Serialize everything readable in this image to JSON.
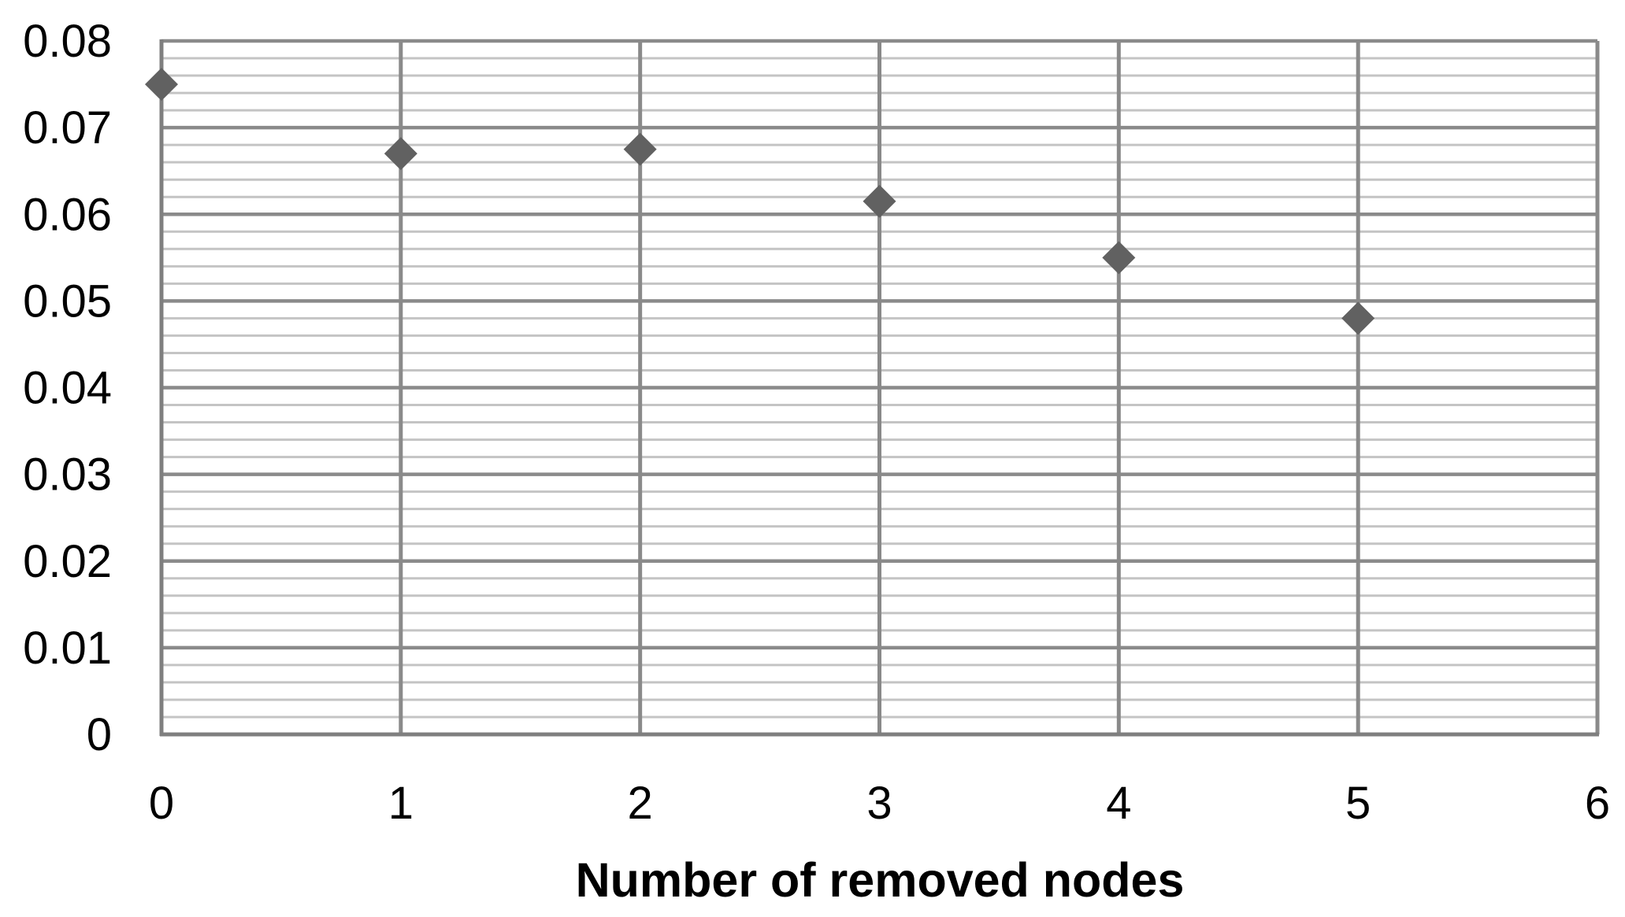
{
  "chart_data": {
    "type": "scatter",
    "title": "",
    "xlabel": "Number of removed nodes",
    "ylabel": "",
    "x": [
      0,
      1,
      2,
      3,
      4,
      5
    ],
    "y": [
      0.075,
      0.067,
      0.0675,
      0.0615,
      0.055,
      0.048
    ],
    "xlim": [
      0,
      6
    ],
    "ylim": [
      0,
      0.08
    ],
    "x_tick_labels": [
      "0",
      "1",
      "2",
      "3",
      "4",
      "5",
      "6"
    ],
    "y_tick_labels": [
      "0",
      "0.01",
      "0.02",
      "0.03",
      "0.04",
      "0.05",
      "0.06",
      "0.07",
      "0.08"
    ],
    "y_major_step": 0.01,
    "y_minor_step": 0.002,
    "x_major_step": 1,
    "grid": "horizontal minor+major, vertical major",
    "legend": "none",
    "marker": "diamond",
    "colors": {
      "marker": "#616161",
      "major_gridline": "#8a8a8a",
      "minor_gridline": "#c4c4c4",
      "axis": "#7f7f7f",
      "text": "#000000",
      "background": "#ffffff"
    }
  }
}
